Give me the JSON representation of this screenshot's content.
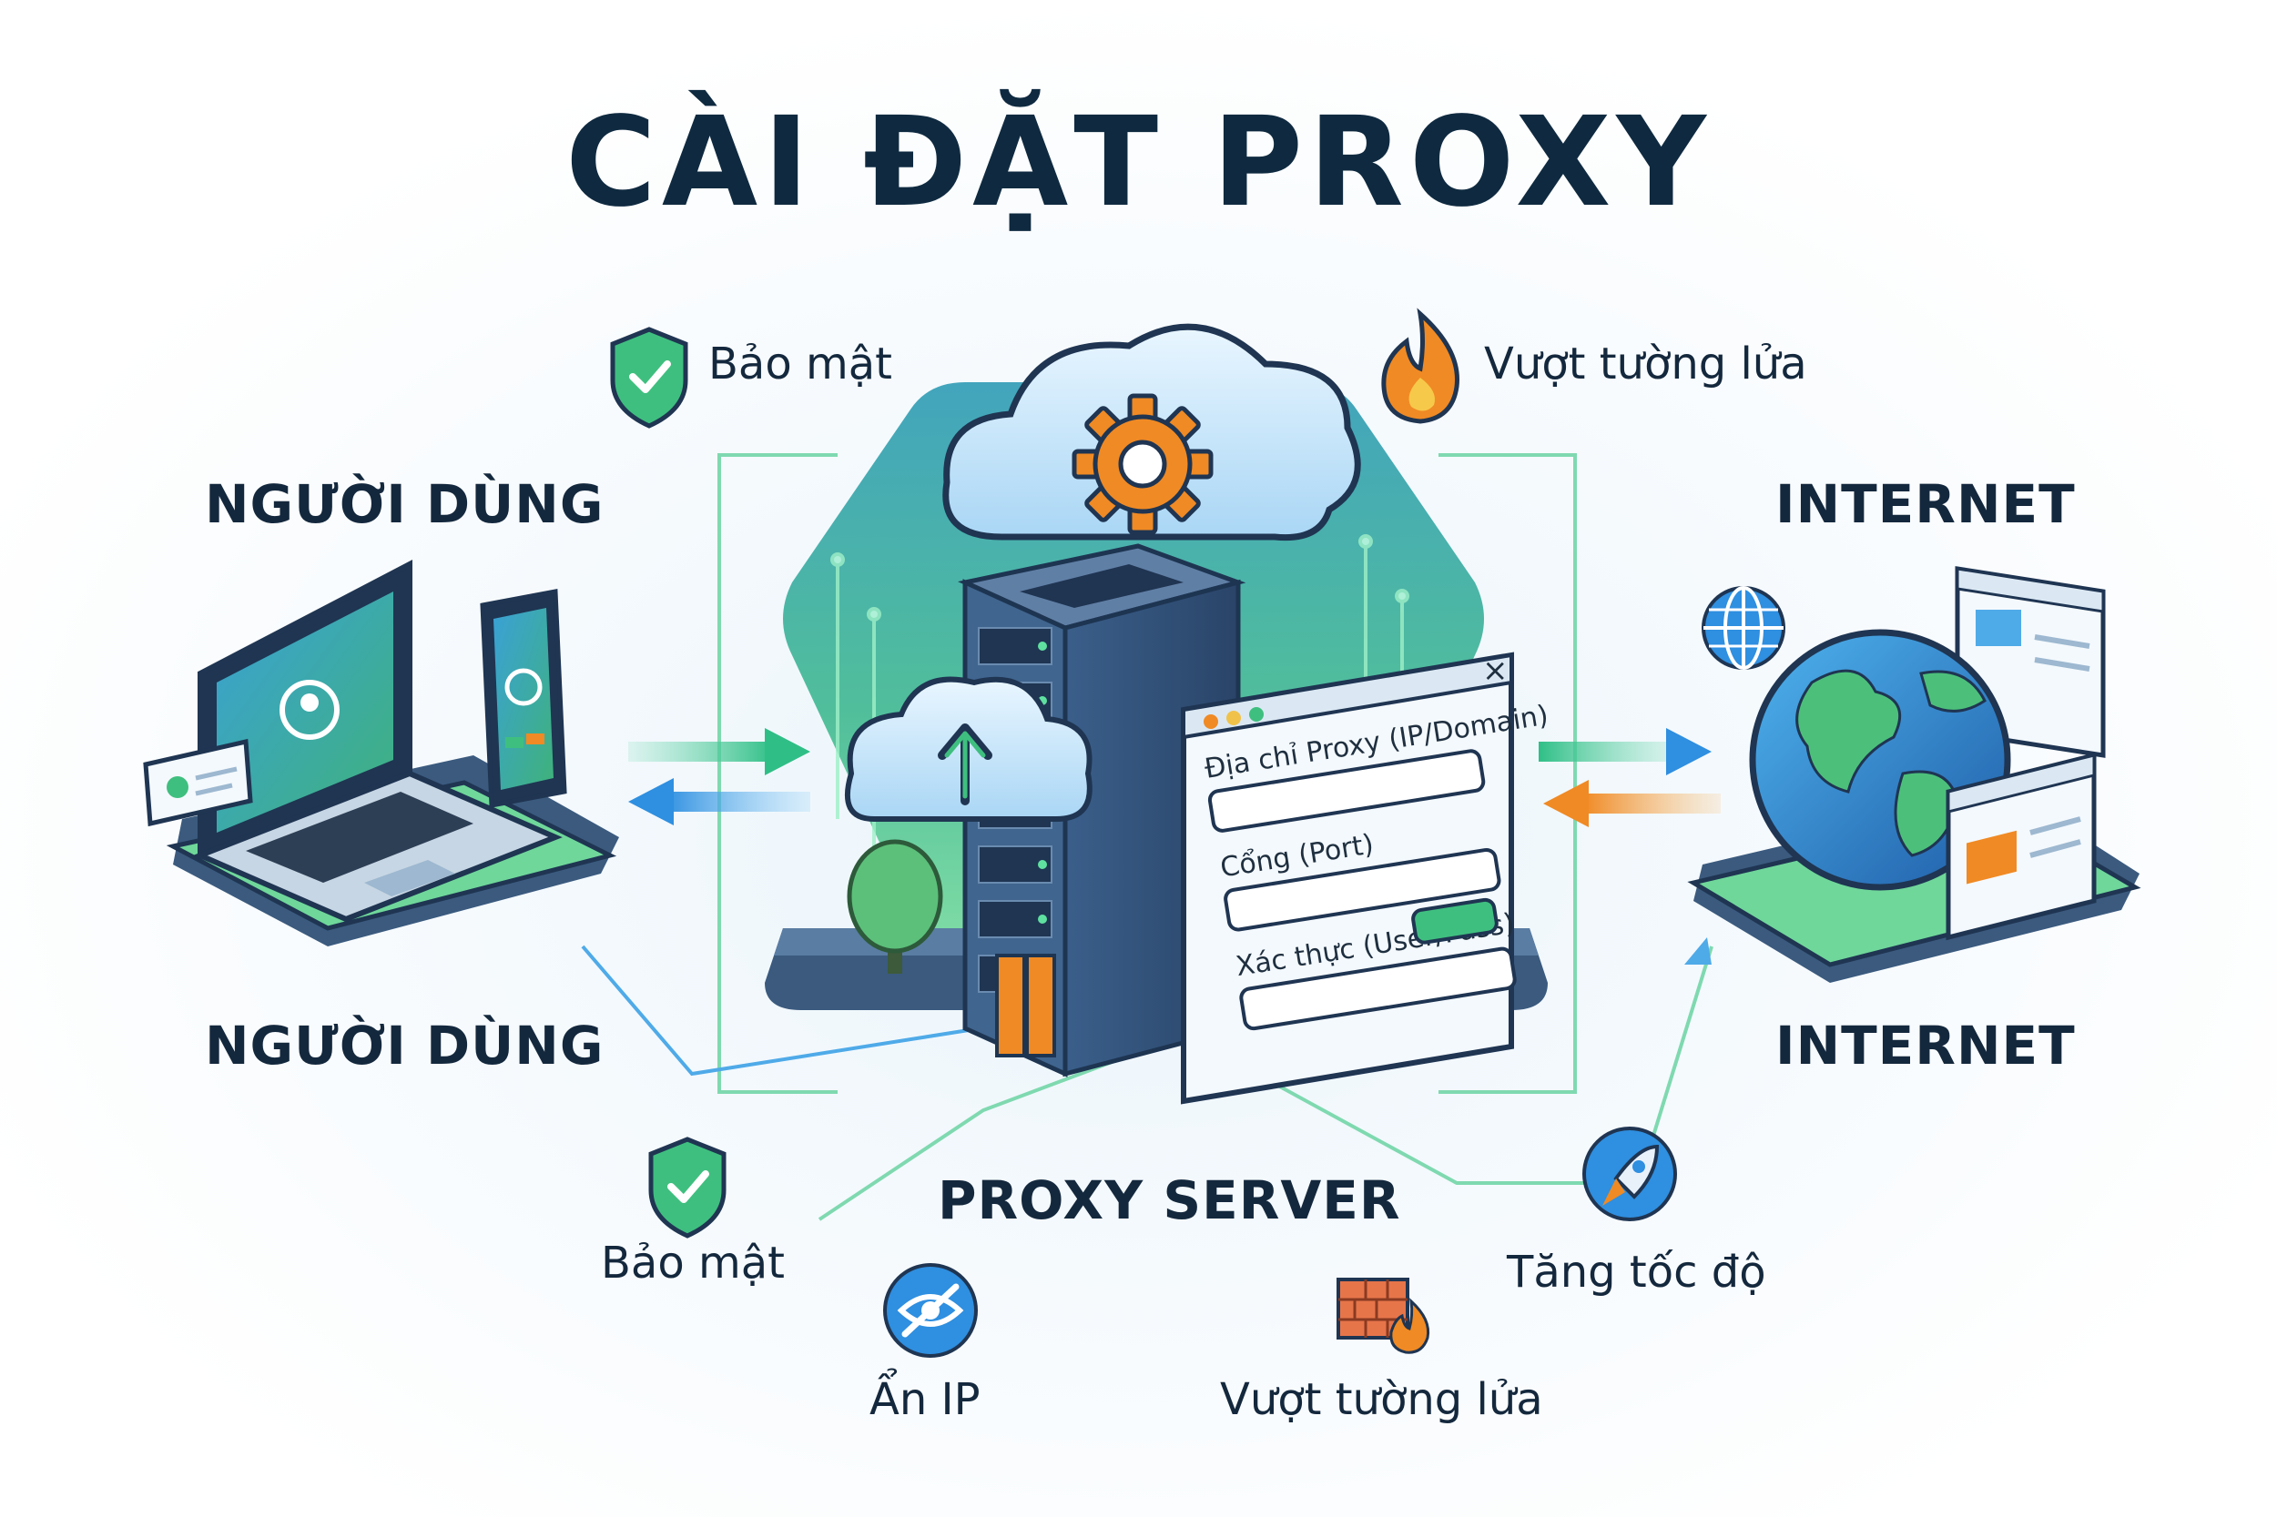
{
  "title": "CÀI ĐẶT PROXY",
  "nodes": {
    "user_top": "NGƯỜI DÙNG",
    "user_bottom": "NGƯỜI DÙNG",
    "internet_top": "INTERNET",
    "internet_bottom": "INTERNET",
    "proxy_server": "PROXY SERVER"
  },
  "features": {
    "security_top": "Bảo mật",
    "firewall_top": "Vượt tường lửa",
    "security_bottom": "Bảo mật",
    "hide_ip": "Ẩn IP",
    "speed_up": "Tăng tốc độ",
    "firewall_bottom": "Vượt tường lửa"
  },
  "config_form": {
    "address_label": "Địa chỉ Proxy (IP/Domain)",
    "port_label": "Cổng (Port)",
    "auth_label": "Xác thực (User/Pass)",
    "close": "×"
  },
  "colors": {
    "navy": "#14283d",
    "green": "#3fbf7f",
    "blue": "#2f8fe0",
    "orange": "#f08a24"
  },
  "icons": {
    "security": "shield-check-icon",
    "firewall": "flame-icon",
    "hide_ip": "eye-slash-icon",
    "speed_up": "rocket-icon",
    "firewall_bottom": "brick-wall-fire-icon",
    "settings": "gear-icon",
    "upload": "cloud-upload-icon",
    "globe": "globe-icon"
  }
}
